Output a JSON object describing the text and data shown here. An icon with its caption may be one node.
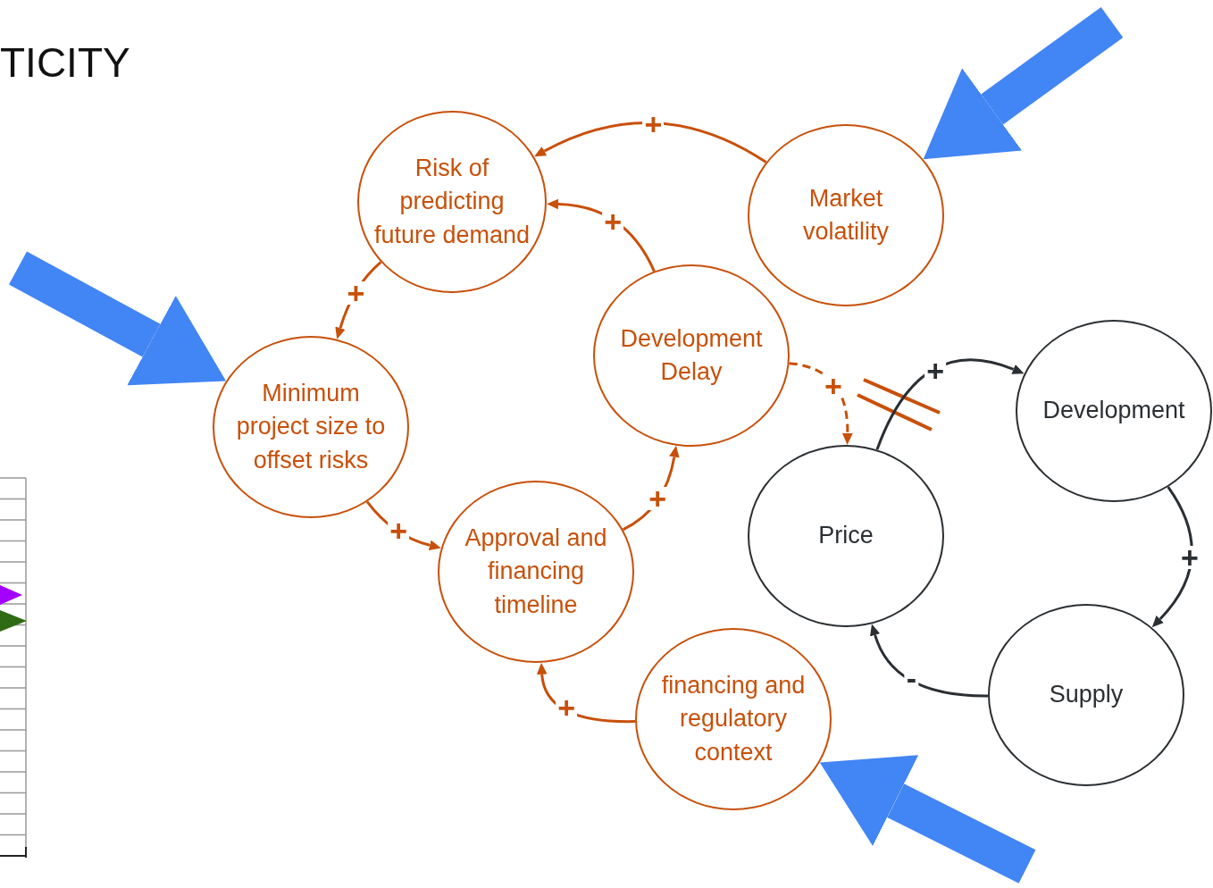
{
  "diagram": {
    "title": "TICITY",
    "nodes": [
      {
        "text": [
          "Risk of predicting future demand"
        ]
      },
      {
        "text": [
          "Market volatility"
        ]
      },
      {
        "text": [
          "Minimum project size to offset risks"
        ]
      },
      {
        "text": [
          "Development Delay"
        ]
      },
      {
        "text": [
          "Approval and financing timeline"
        ]
      },
      {
        "text": [
          "financing and regulatory context"
        ]
      },
      {
        "text": [
          "Development"
        ]
      },
      {
        "text": [
          "Price"
        ]
      },
      {
        "text": [
          "Supply"
        ]
      }
    ],
    "edges": [
      {
        "from": 1,
        "to": 0,
        "arrow": "to",
        "label": "+"
      },
      {
        "from": 3,
        "to": 0,
        "arrow": "to",
        "label": "+"
      },
      {
        "from": 0,
        "to": 2,
        "arrow": "to",
        "label": "+"
      },
      {
        "from": 2,
        "to": 4,
        "arrow": "to",
        "label": "+"
      },
      {
        "from": 4,
        "to": 3,
        "arrow": "to",
        "label": "+"
      },
      {
        "from": 5,
        "to": 4,
        "arrow": "to",
        "label": "+"
      },
      {
        "from": 3,
        "to": 7,
        "arrow": "to",
        "label": "+",
        "style": "dashed"
      },
      {
        "from": 7,
        "to": 6,
        "arrow": "to",
        "label": "+",
        "color": "#2a2f33"
      },
      {
        "from": 6,
        "to": 8,
        "arrow": "to",
        "label": "+",
        "color": "#2a2f33"
      },
      {
        "from": 8,
        "to": 7,
        "arrow": "to",
        "label": "-",
        "color": "#2a2f33"
      },
      {
        "from": null,
        "to": 1,
        "arrow": "to",
        "style": "thick",
        "color": "#4285f4"
      },
      {
        "from": null,
        "to": 2,
        "arrow": "to",
        "style": "thick",
        "color": "#4285f4"
      },
      {
        "from": null,
        "to": 5,
        "arrow": "to",
        "style": "thick",
        "color": "#4285f4"
      }
    ]
  }
}
